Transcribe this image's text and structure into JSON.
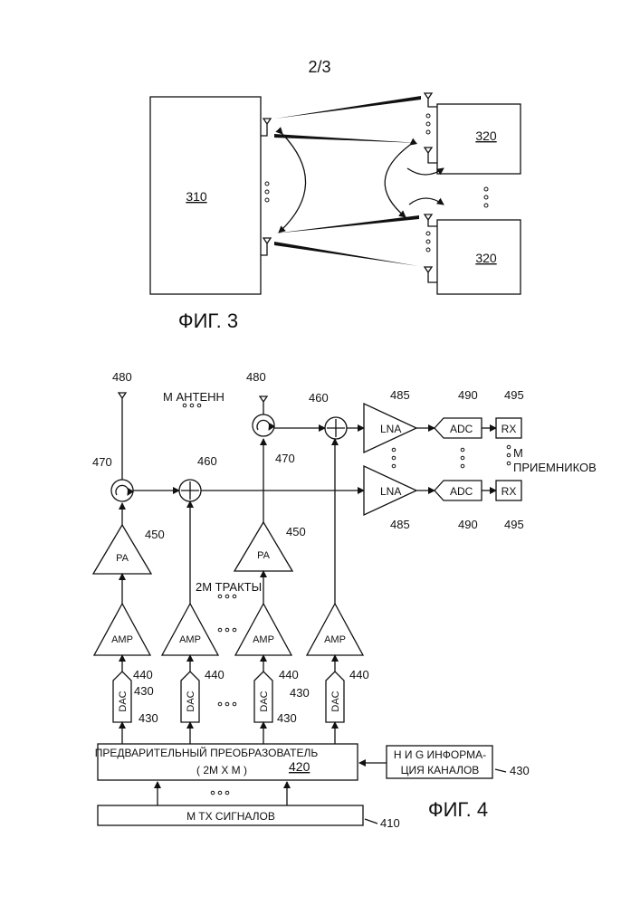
{
  "page_number": "2/3",
  "fig3": {
    "caption": "ФИГ. 3",
    "block_310": "310",
    "block_320a": "320",
    "block_320b": "320"
  },
  "fig4": {
    "caption": "ФИГ. 4",
    "m_antennas": "M АНТЕНН",
    "m_receivers_1": "M",
    "m_receivers_2": "ПРИЕМНИКОВ",
    "paths": "2M ТРАКТЫ",
    "precoder_line1": "ПРЕДВАРИТЕЛЬНЫЙ ПРЕОБРАЗОВАТЕЛЬ",
    "precoder_line2": "( 2M X M )",
    "precoder_ref": "420",
    "channel_info_line1": "H И G ИНФОРМА-",
    "channel_info_line2": "ЦИЯ КАНАЛОВ",
    "channel_info_ref": "430",
    "tx_signals": "M TX СИГНАЛОВ",
    "tx_ref": "410",
    "pa_label": "PA",
    "amp_label": "AMP",
    "dac_label": "DAC",
    "lna_label": "LNA",
    "adc_label": "ADC",
    "rx_label": "RX",
    "ref_480": "480",
    "ref_470": "470",
    "ref_460": "460",
    "ref_450": "450",
    "ref_440": "440",
    "ref_430": "430",
    "ref_485": "485",
    "ref_490": "490",
    "ref_495": "495"
  }
}
